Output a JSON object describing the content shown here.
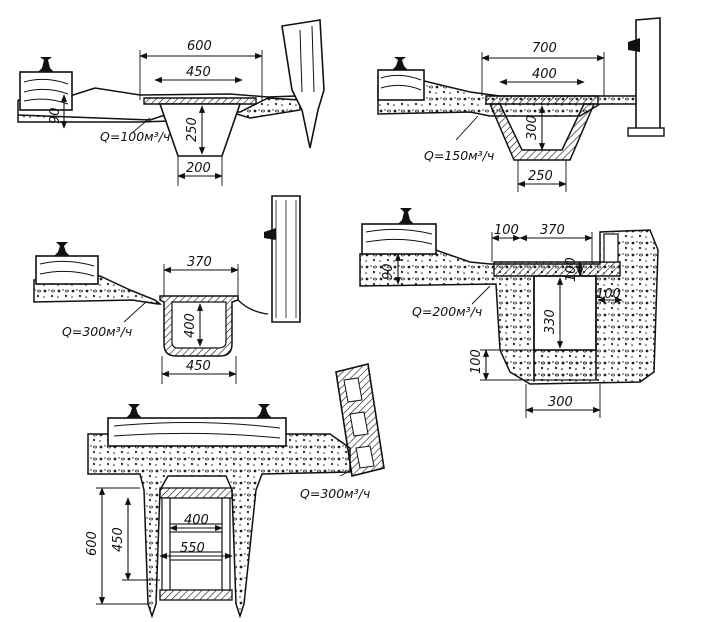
{
  "figures": [
    {
      "id": "fig1",
      "dims": {
        "d600": "600",
        "d450": "450",
        "d250": "250",
        "d200": "200",
        "d90": "90"
      },
      "flow": "Q=100м³/ч"
    },
    {
      "id": "fig2",
      "dims": {
        "d700": "700",
        "d400": "400",
        "d300": "300",
        "d250": "250"
      },
      "flow": "Q=150м³/ч"
    },
    {
      "id": "fig3",
      "dims": {
        "d370": "370",
        "d400": "400",
        "d450": "450"
      },
      "flow": "Q=300м³/ч"
    },
    {
      "id": "fig4",
      "dims": {
        "d100a": "100",
        "d370": "370",
        "d90": "90",
        "d100b": "100",
        "d330": "330",
        "d100c": "100",
        "d100d": "100",
        "d300": "300"
      },
      "flow": "Q=200м³/ч"
    },
    {
      "id": "fig5",
      "dims": {
        "d600": "600",
        "d450": "450",
        "d400": "400",
        "d550": "550"
      },
      "flow": "Q=300м³/ч"
    }
  ],
  "colors": {
    "ink": "#111111",
    "paper": "#ffffff"
  }
}
